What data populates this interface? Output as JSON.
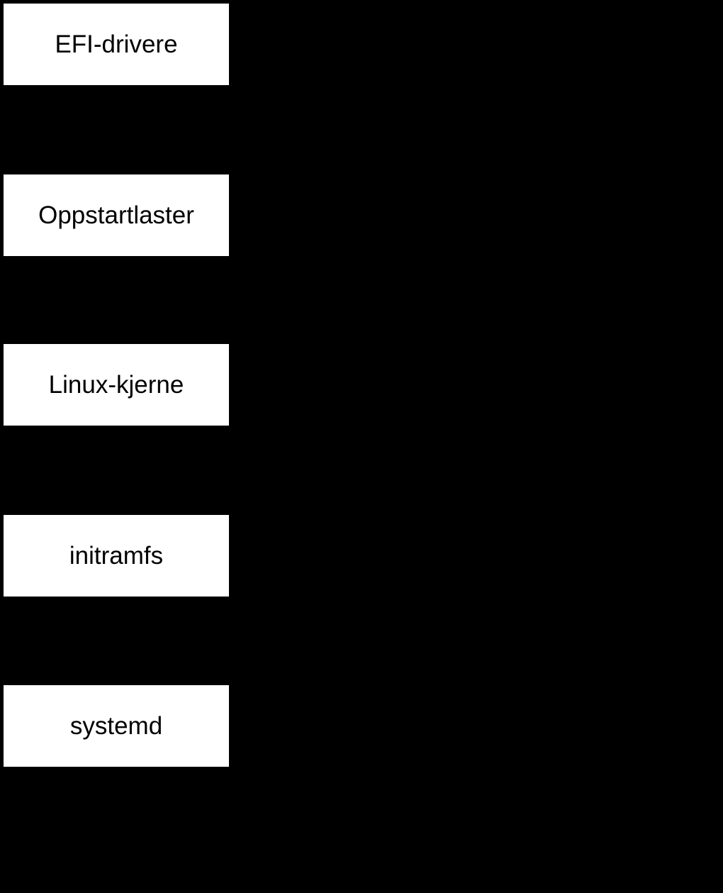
{
  "diagram": {
    "type": "flowchart-vertical",
    "description_visible_content_only": "Five white rectangular nodes on a black background; connecting edges are not visible in the rendered pixels.",
    "colors": {
      "background": "#000000",
      "node_fill": "#ffffff",
      "node_text": "#000000"
    },
    "nodes": [
      {
        "label": "EFI-drivere"
      },
      {
        "label": "Oppstartlaster"
      },
      {
        "label": "Linux-kjerne"
      },
      {
        "label": "initramfs"
      },
      {
        "label": "systemd"
      }
    ]
  }
}
